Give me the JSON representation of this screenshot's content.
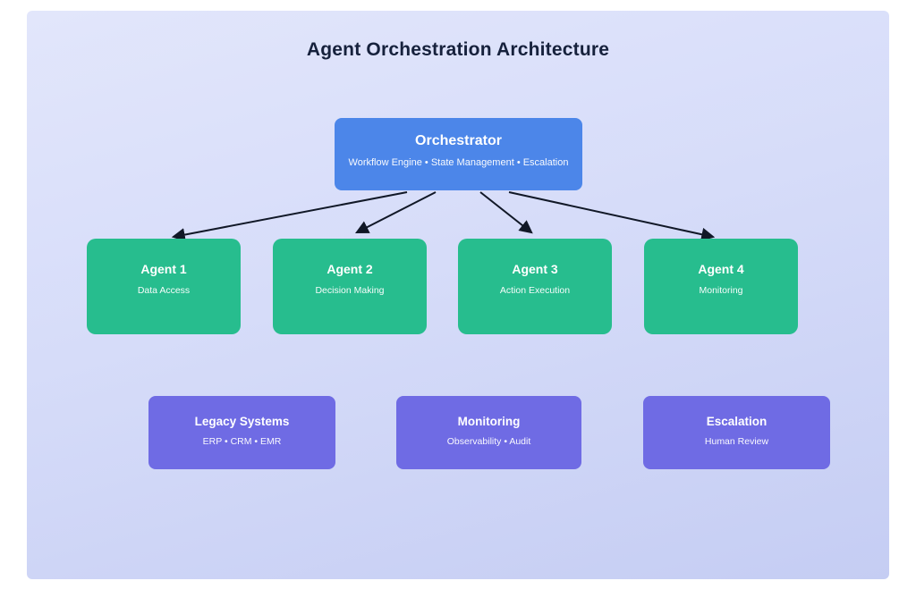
{
  "title": "Agent Orchestration Architecture",
  "orchestrator": {
    "title": "Orchestrator",
    "subtitle": "Workflow Engine • State Management • Escalation"
  },
  "agents": [
    {
      "title": "Agent 1",
      "subtitle": "Data Access"
    },
    {
      "title": "Agent 2",
      "subtitle": "Decision Making"
    },
    {
      "title": "Agent 3",
      "subtitle": "Action Execution"
    },
    {
      "title": "Agent 4",
      "subtitle": "Monitoring"
    }
  ],
  "systems": [
    {
      "title": "Legacy Systems",
      "subtitle": "ERP • CRM • EMR"
    },
    {
      "title": "Monitoring",
      "subtitle": "Observability • Audit"
    },
    {
      "title": "Escalation",
      "subtitle": "Human Review"
    }
  ],
  "colors": {
    "canvas_top": "#e2e6fb",
    "canvas_bottom": "#c5cdf3",
    "orchestrator": "#4c86e9",
    "agent": "#27bd8e",
    "system": "#6f6be4",
    "title_text": "#16213c",
    "arrow": "#111827",
    "node_text": "#ffffff"
  }
}
